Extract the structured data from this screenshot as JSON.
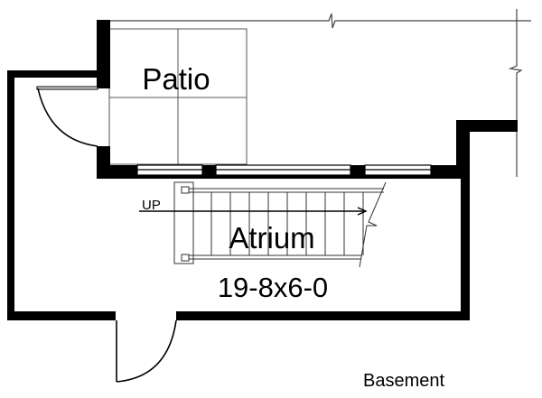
{
  "plan": {
    "rooms": [
      {
        "name": "Patio"
      },
      {
        "name": "Atrium",
        "dimensions": "19-8x6-0"
      }
    ],
    "stair_label": "UP",
    "level_label": "Basement"
  },
  "colors": {
    "wall": "#000000",
    "line": "#333333",
    "background": "#ffffff"
  }
}
